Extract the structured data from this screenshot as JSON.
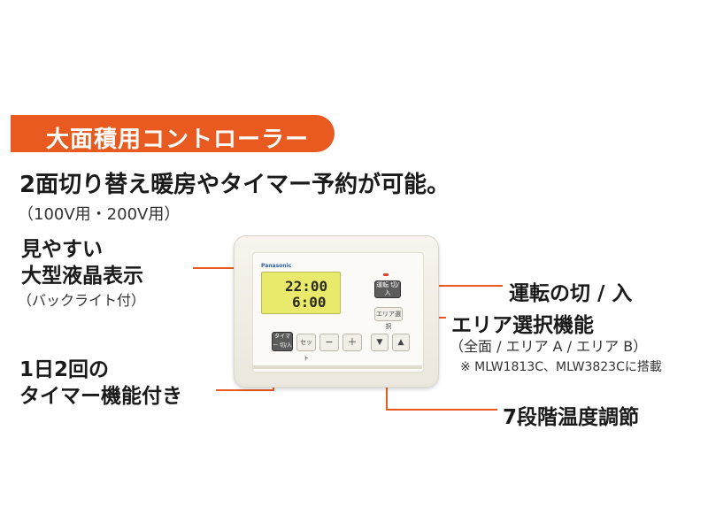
{
  "title": "大面積用コントローラー",
  "headline": "2面切り替え暖房やタイマー予約が可能。",
  "sub": "（100V用・200V用）",
  "left_labels": {
    "lcd_line1": "見やすい",
    "lcd_line2": "大型液晶表示",
    "backlight": "（バックライト付）",
    "timer_line1": "1日2回の",
    "timer_line2": "タイマー機能付き"
  },
  "right_labels": {
    "power": "運転の切 / 入",
    "area": "エリア選択機能",
    "area_sub": "（全面 / エリア A / エリア B）",
    "area_note": "※ MLW1813C、MLW3823Cに搭載",
    "temp": "7段階温度調節"
  },
  "device": {
    "brand": "Panasonic",
    "lcd_line1": "22:00",
    "lcd_line2": "6:00",
    "btn_power": "運転 切/入",
    "btn_area": "エリア選択",
    "btn_timer": "タイマー 切/入",
    "btn_set": "セット",
    "btn_minus": "−",
    "btn_plus": "＋",
    "btn_down": "▼",
    "btn_up": "▲"
  },
  "colors": {
    "accent": "#e85a1f",
    "lcd": "#e9ea6c"
  }
}
